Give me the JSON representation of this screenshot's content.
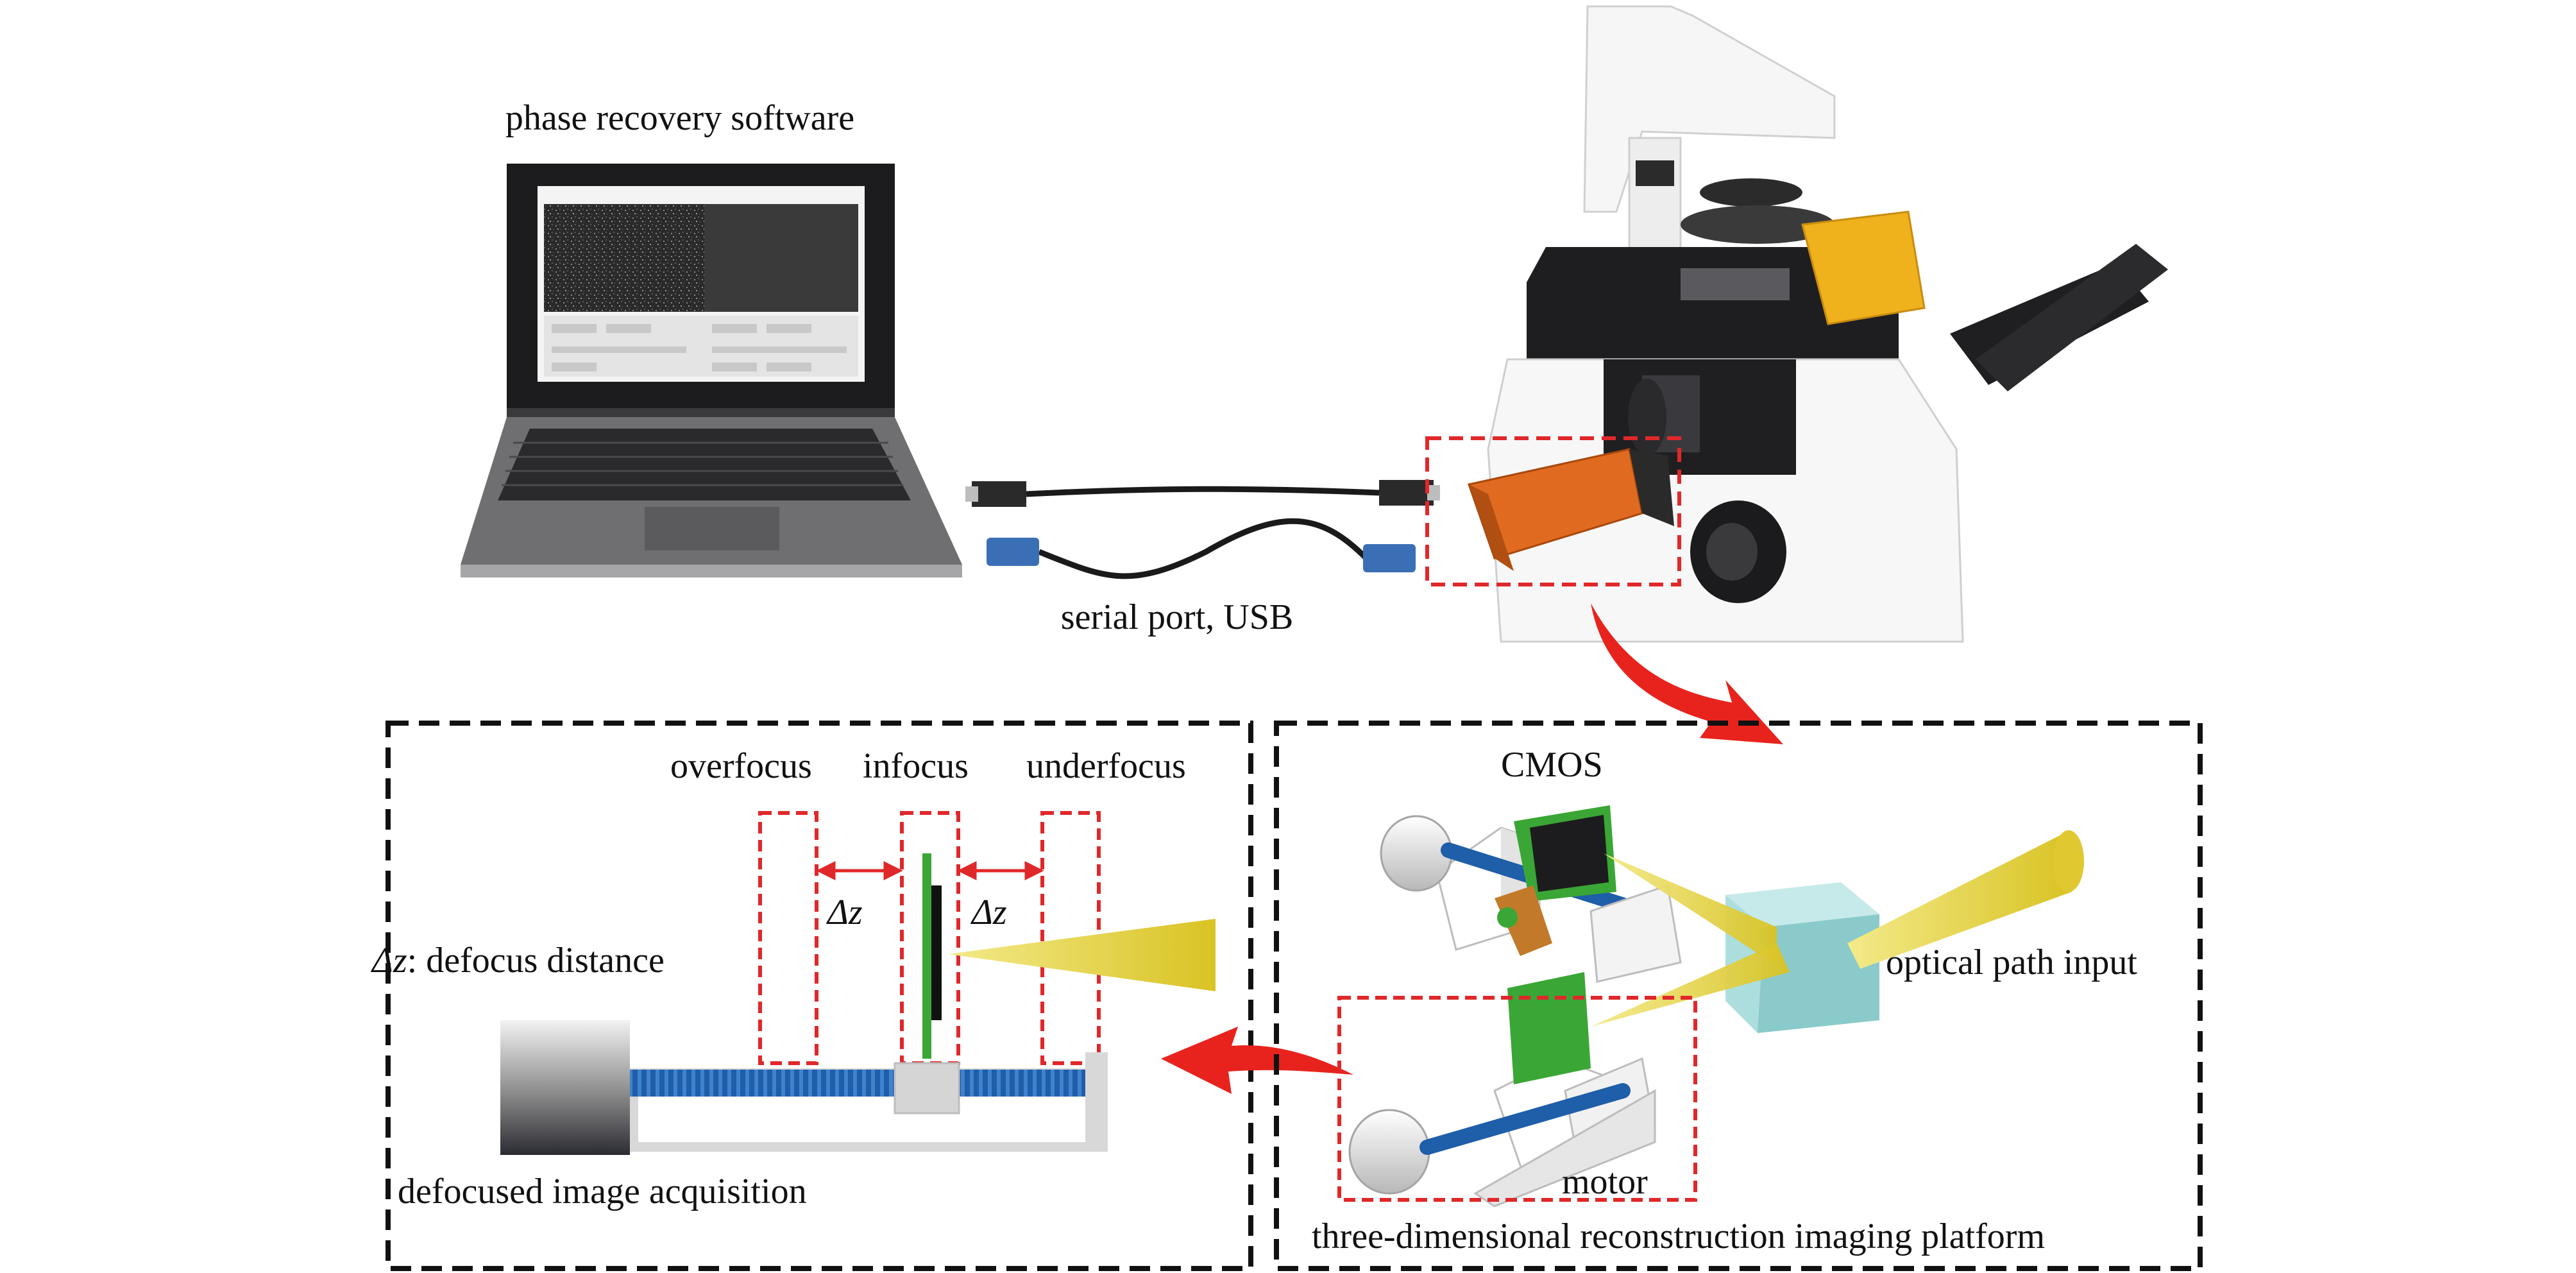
{
  "labels": {
    "software": "phase recovery software",
    "cable": "serial port, USB",
    "overfocus": "overfocus",
    "infocus": "infocus",
    "underfocus": "underfocus",
    "delta_z": "Δz",
    "delta_def_symbol": "Δz",
    "delta_def_text": ": defocus distance",
    "acquisition": "defocused image acquisition",
    "cmos": "CMOS",
    "optical": "optical path input",
    "motor": "motor",
    "platform": "three-dimensional reconstruction imaging platform"
  },
  "colors": {
    "dash_red": "#e0282a",
    "dash_black": "#111111",
    "arrow_red": "#e8231d",
    "camera_orange": "#e06a1f",
    "sensor_green": "#3aa635",
    "beam_yellow": "#e6d23a",
    "rail_blue": "#1f5ea8",
    "prism_cyan": "#9fd8d8"
  },
  "icons": {
    "laptop": "laptop-icon",
    "microscope": "microscope-icon",
    "usb_cable": "usb-cable-icon",
    "serial_cable": "serial-cable-icon"
  }
}
